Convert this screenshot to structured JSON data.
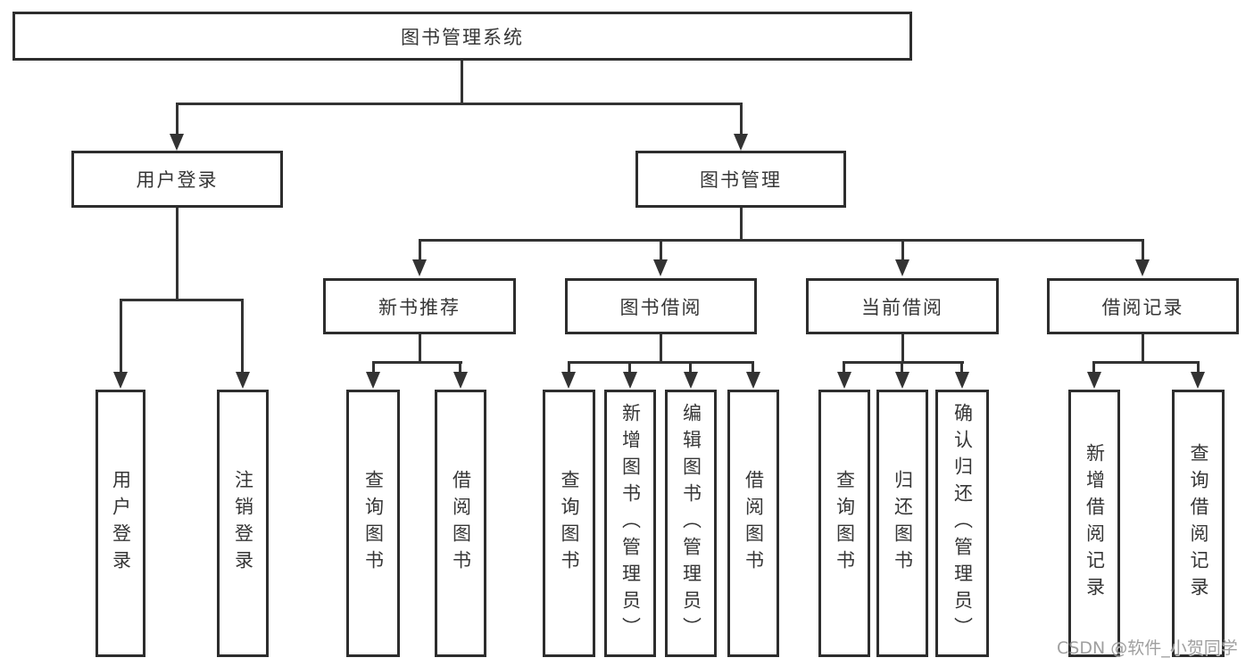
{
  "colors": {
    "line": "#333333",
    "border": "#2d2d2d",
    "text": "#363636",
    "background": "#ffffff",
    "watermark": "#8f8f8f"
  },
  "watermark": "CSDN @软件_小贺同学",
  "root": {
    "label": "图书管理系统",
    "children": [
      {
        "label": "用户登录",
        "children": [
          {
            "label": "用户登录"
          },
          {
            "label": "注销登录"
          }
        ]
      },
      {
        "label": "图书管理",
        "children": [
          {
            "label": "新书推荐",
            "children": [
              {
                "label": "查询图书"
              },
              {
                "label": "借阅图书"
              }
            ]
          },
          {
            "label": "图书借阅",
            "children": [
              {
                "label": "查询图书"
              },
              {
                "label": "新增图书（管理员）"
              },
              {
                "label": "编辑图书（管理员）"
              },
              {
                "label": "借阅图书"
              }
            ]
          },
          {
            "label": "当前借阅",
            "children": [
              {
                "label": "查询图书"
              },
              {
                "label": "归还图书"
              },
              {
                "label": "确认归还（管理员）"
              }
            ]
          },
          {
            "label": "借阅记录",
            "children": [
              {
                "label": "新增借阅记录"
              },
              {
                "label": "查询借阅记录"
              }
            ]
          }
        ]
      }
    ]
  }
}
